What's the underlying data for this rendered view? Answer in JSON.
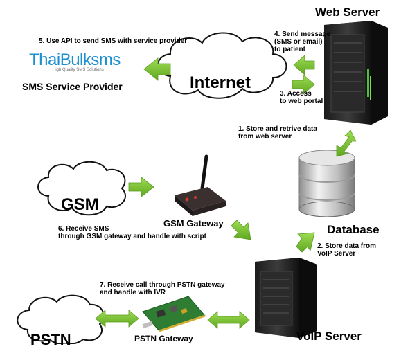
{
  "nodes": {
    "web_server": "Web Server",
    "internet": "Internet",
    "sms_provider": "SMS Service Provider",
    "sms_provider_logo": "ThaiBulksms",
    "sms_provider_tagline": "High Quality SMS Solutions",
    "gsm": "GSM",
    "gsm_gateway": "GSM Gateway",
    "database": "Database",
    "voip_server": "VoIP Server",
    "pstn": "PSTN",
    "pstn_gateway": "PSTN Gateway"
  },
  "steps": {
    "s1_line1": "1. Store and retrive data",
    "s1_line2": "from web server",
    "s2_line1": "2. Store data from",
    "s2_line2": "VoIP Server",
    "s3_line1": "3. Access",
    "s3_line2": "to web portal",
    "s4_line1": "4. Send message",
    "s4_line2": "(SMS or email)",
    "s4_line3": "to patient",
    "s5": "5. Use API to send SMS with service provider",
    "s6_line1": "6. Receive SMS",
    "s6_line2": "through GSM gateway and handle with script",
    "s7_line1": "7. Receive call through PSTN gateway",
    "s7_line2": "and handle with IVR"
  },
  "colors": {
    "arrow_green": "#7dc23a",
    "arrow_edge": "#5a9a20",
    "brand_blue": "#1c8fd1"
  }
}
